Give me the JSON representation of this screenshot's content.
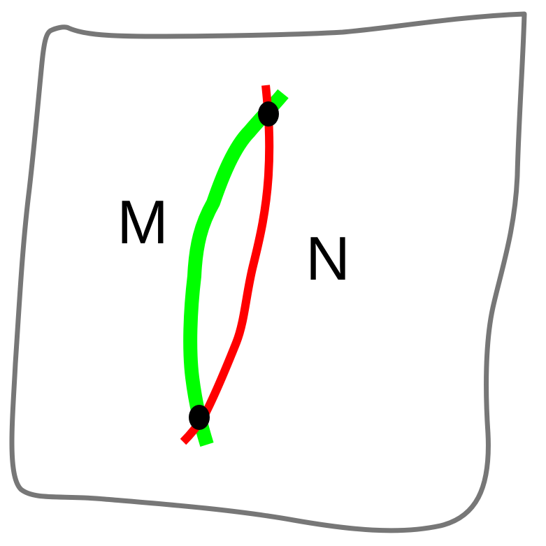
{
  "diagram": {
    "labels": {
      "left_region": "M",
      "right_region": "N"
    },
    "colors": {
      "background": "#ffffff",
      "sheet_outline": "#777777",
      "left_curve": "#00ff00",
      "right_curve": "#ff0000",
      "intersection_points": "#000000",
      "label_text": "#000000"
    },
    "intersection_point_count": 2
  }
}
